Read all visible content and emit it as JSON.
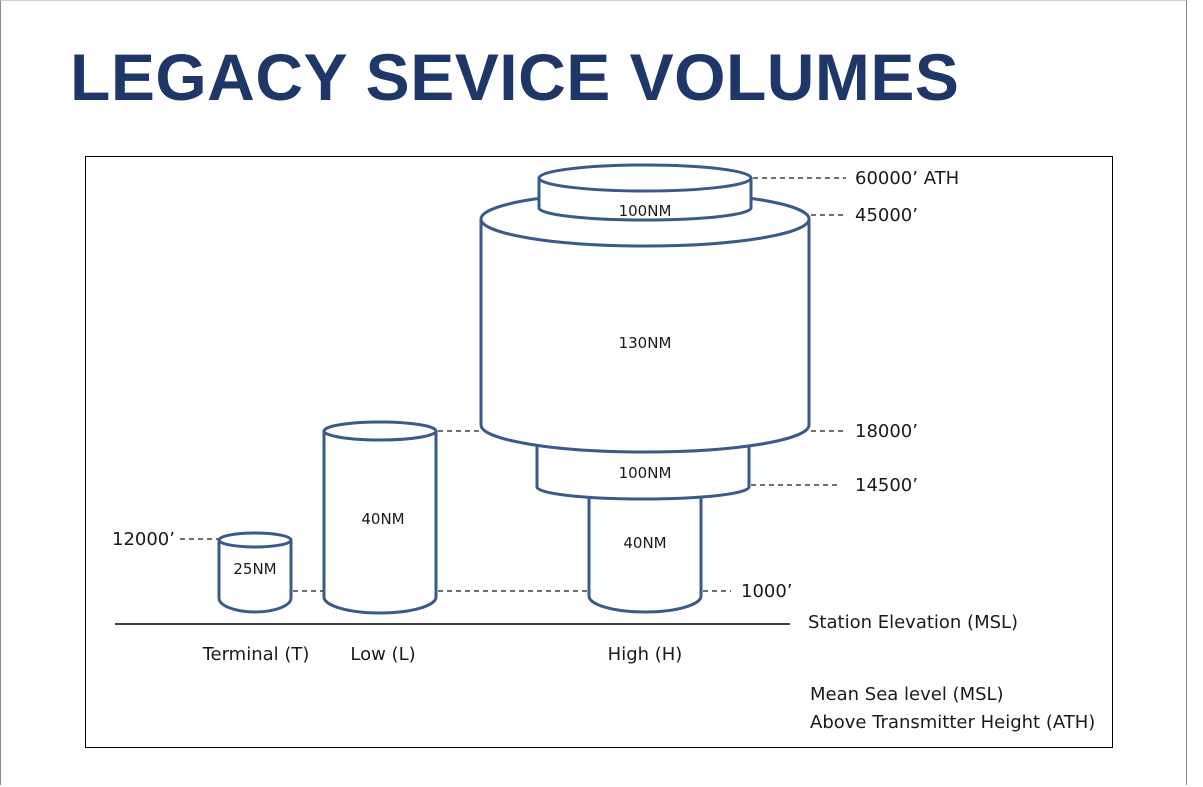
{
  "title": "LEGACY SEVICE VOLUMES",
  "colors": {
    "title": "#1f3768",
    "outline": "#3a5a8a",
    "terminal_fill": "#ff1a1a",
    "navy_fill": "#13296b"
  },
  "cylinders": {
    "terminal": {
      "radius": "25NM"
    },
    "low": {
      "radius": "40NM"
    },
    "high_lower": {
      "radius": "40NM"
    },
    "high_middle": {
      "radius": "100NM"
    },
    "high_main": {
      "radius": "130NM"
    },
    "high_top": {
      "radius": "100NM"
    }
  },
  "altitudes": {
    "a60000": "60000’ ATH",
    "a45000": "45000’",
    "a18000": "18000’",
    "a14500": "14500’",
    "a12000": "12000’",
    "a1000": "1000’"
  },
  "station_label": "Station Elevation (MSL)",
  "categories": {
    "terminal": "Terminal (T)",
    "low": "Low (L)",
    "high": "High (H)"
  },
  "legend": {
    "msl": "Mean Sea level (MSL)",
    "ath": "Above Transmitter Height (ATH)"
  }
}
